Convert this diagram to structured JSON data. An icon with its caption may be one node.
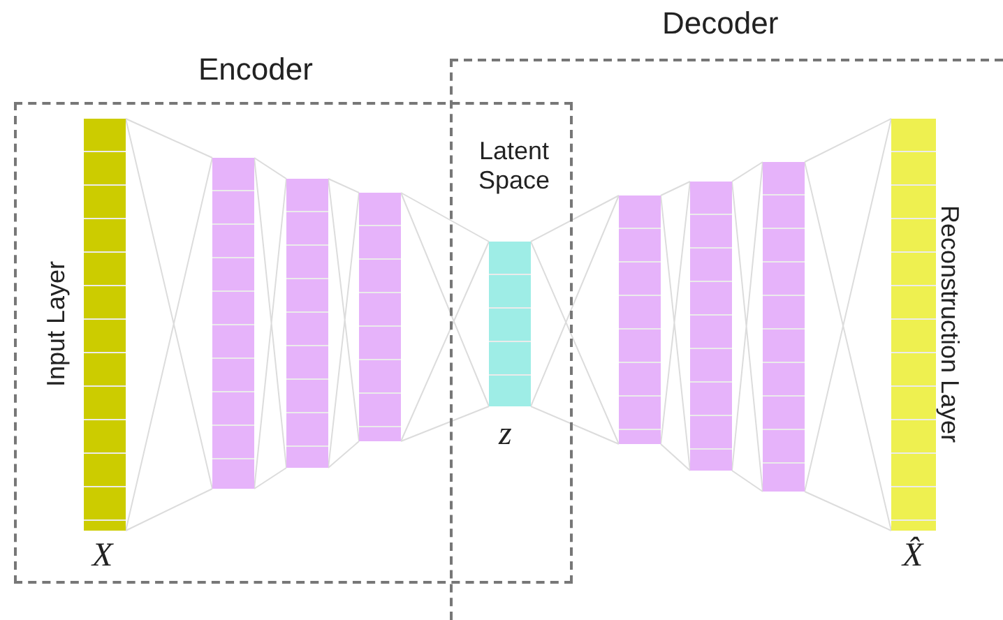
{
  "diagram": {
    "nodes": [
      {
        "text": [
          "Encoder"
        ]
      },
      {
        "text": [
          "Decoder"
        ]
      },
      {
        "text": [],
        "shape": "bar",
        "beside": [
          "Input Layer",
          "X"
        ],
        "in": 0
      },
      {
        "text": [],
        "shape": "bar",
        "in": 0
      },
      {
        "text": [],
        "shape": "bar",
        "in": 0
      },
      {
        "text": [],
        "shape": "bar",
        "in": 0
      },
      {
        "text": [],
        "shape": "bar",
        "beside": [
          "Latent Space",
          "z"
        ]
      },
      {
        "text": [],
        "shape": "bar",
        "in": 1
      },
      {
        "text": [],
        "shape": "bar",
        "in": 1
      },
      {
        "text": [],
        "shape": "bar",
        "in": 1
      },
      {
        "text": [],
        "shape": "bar",
        "beside": [
          "Reconstruction Layer",
          "X̂"
        ],
        "in": 1
      }
    ],
    "edges": [
      {
        "from": 2,
        "to": 3,
        "arrow": "none"
      },
      {
        "from": 3,
        "to": 4,
        "arrow": "none"
      },
      {
        "from": 4,
        "to": 5,
        "arrow": "none"
      },
      {
        "from": 5,
        "to": 6,
        "arrow": "none"
      },
      {
        "from": 6,
        "to": 7,
        "arrow": "none"
      },
      {
        "from": 7,
        "to": 8,
        "arrow": "none"
      },
      {
        "from": 8,
        "to": 9,
        "arrow": "none"
      },
      {
        "from": 9,
        "to": 10,
        "arrow": "none"
      }
    ]
  }
}
